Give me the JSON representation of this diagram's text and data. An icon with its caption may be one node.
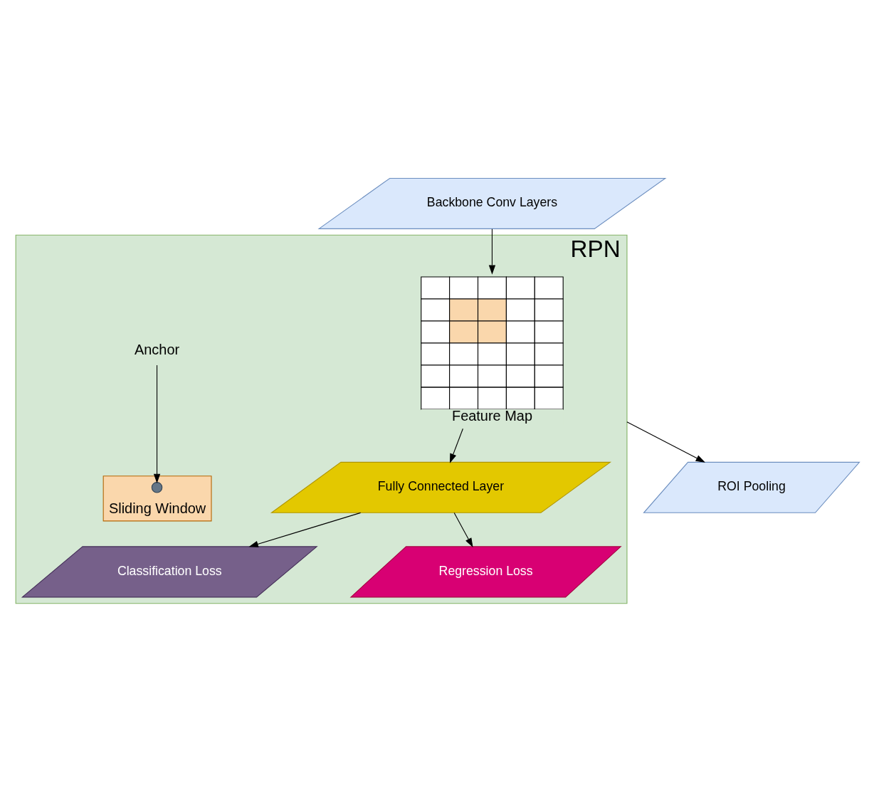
{
  "diagram": {
    "nodes": [
      {
        "text": [
          "RPN"
        ]
      },
      {
        "text": [
          "Backbone Conv Layers"
        ]
      },
      {
        "text": [
          "Feature Map"
        ],
        "in": 0
      },
      {
        "text": [
          "Sliding Window"
        ],
        "in": 0
      },
      {
        "text": [],
        "shape": "circle",
        "in": 3
      },
      {
        "text": [
          "Anchor"
        ],
        "in": 0
      },
      {
        "text": [
          "Fully Connected Layer"
        ],
        "in": 0
      },
      {
        "text": [
          "Classification Loss"
        ],
        "in": 0
      },
      {
        "text": [
          "Regression Loss"
        ],
        "in": 0
      },
      {
        "text": [
          "ROI Pooling"
        ]
      }
    ],
    "edges": [
      {
        "from": 1,
        "to": 2,
        "arrow": "to"
      },
      {
        "from": 5,
        "to": 4,
        "arrow": "to"
      },
      {
        "from": 2,
        "to": 6,
        "arrow": "to"
      },
      {
        "from": 6,
        "to": 7,
        "arrow": "to"
      },
      {
        "from": 6,
        "to": 8,
        "arrow": "to"
      },
      {
        "from": 0,
        "to": 9,
        "arrow": "to"
      }
    ]
  }
}
